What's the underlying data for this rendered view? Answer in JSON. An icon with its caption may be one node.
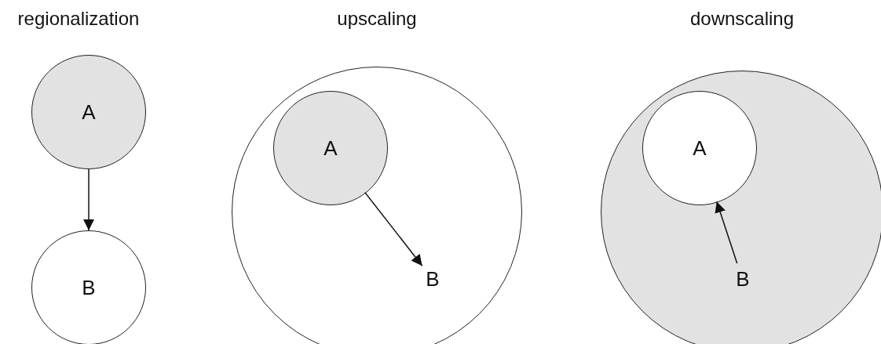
{
  "diagram": {
    "nodes": [
      {
        "text": [
          "A"
        ]
      },
      {
        "text": [
          "B"
        ]
      },
      {
        "text": [],
        "shape": "circle"
      },
      {
        "text": [
          "A"
        ],
        "in": 2
      },
      {
        "text": [
          "B"
        ],
        "in": 2
      },
      {
        "text": [],
        "shape": "circle"
      },
      {
        "text": [
          "A"
        ],
        "in": 5
      },
      {
        "text": [
          "B"
        ],
        "in": 5
      }
    ],
    "edges": [
      {
        "from": 0,
        "to": 1,
        "arrow": "to"
      },
      {
        "from": 3,
        "to": 4,
        "arrow": "to"
      },
      {
        "from": 7,
        "to": 6,
        "arrow": "to"
      }
    ],
    "labels": [
      "regionalization",
      "upscaling",
      "downscaling"
    ]
  }
}
